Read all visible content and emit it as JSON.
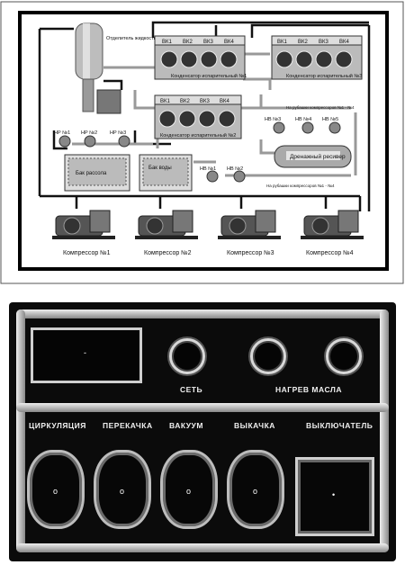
{
  "schematic": {
    "separator_label": "Отделитель жидкости",
    "condensers": [
      {
        "label": "Конденсатор испарительный №1",
        "units": [
          "ВК1",
          "ВК2",
          "ВК3",
          "ВК4"
        ]
      },
      {
        "label": "Конденсатор испарительный №3",
        "units": [
          "ВК1",
          "ВК2",
          "ВК3",
          "ВК4"
        ]
      },
      {
        "label": "Конденсатор испарительный №2",
        "units": [
          "ВК1",
          "ВК2",
          "ВК3",
          "ВК4"
        ]
      }
    ],
    "hp_pumps": [
      "НР №1",
      "НР №2",
      "НР №3"
    ],
    "hv_pumps_left": [
      "НВ №1",
      "НВ №2"
    ],
    "hv_pumps_right": [
      "НВ №3",
      "НВ №4",
      "НВ №5"
    ],
    "tanks": [
      "Бак рассола",
      "Бак воды"
    ],
    "drain_receiver": "Дренажный ресивер",
    "to_jackets_top": "На рубашки компрессоров №1 - №4",
    "to_jackets_bottom": "На рубашки компрессоров №1 - №4",
    "compressors": [
      "Компрессор №1",
      "Компрессор №2",
      "Компрессор №3",
      "Компрессор №4"
    ]
  },
  "panel": {
    "power_label": "СЕТЬ",
    "oil_heat_label": "НАГРЕВ  МАСЛА",
    "buttons": [
      "ЦИРКУЛЯЦИЯ",
      "ПЕРЕКАЧКА",
      "ВАКУУМ",
      "ВЫКАЧКА",
      "ВЫКЛЮЧАТЕЛЬ"
    ]
  }
}
